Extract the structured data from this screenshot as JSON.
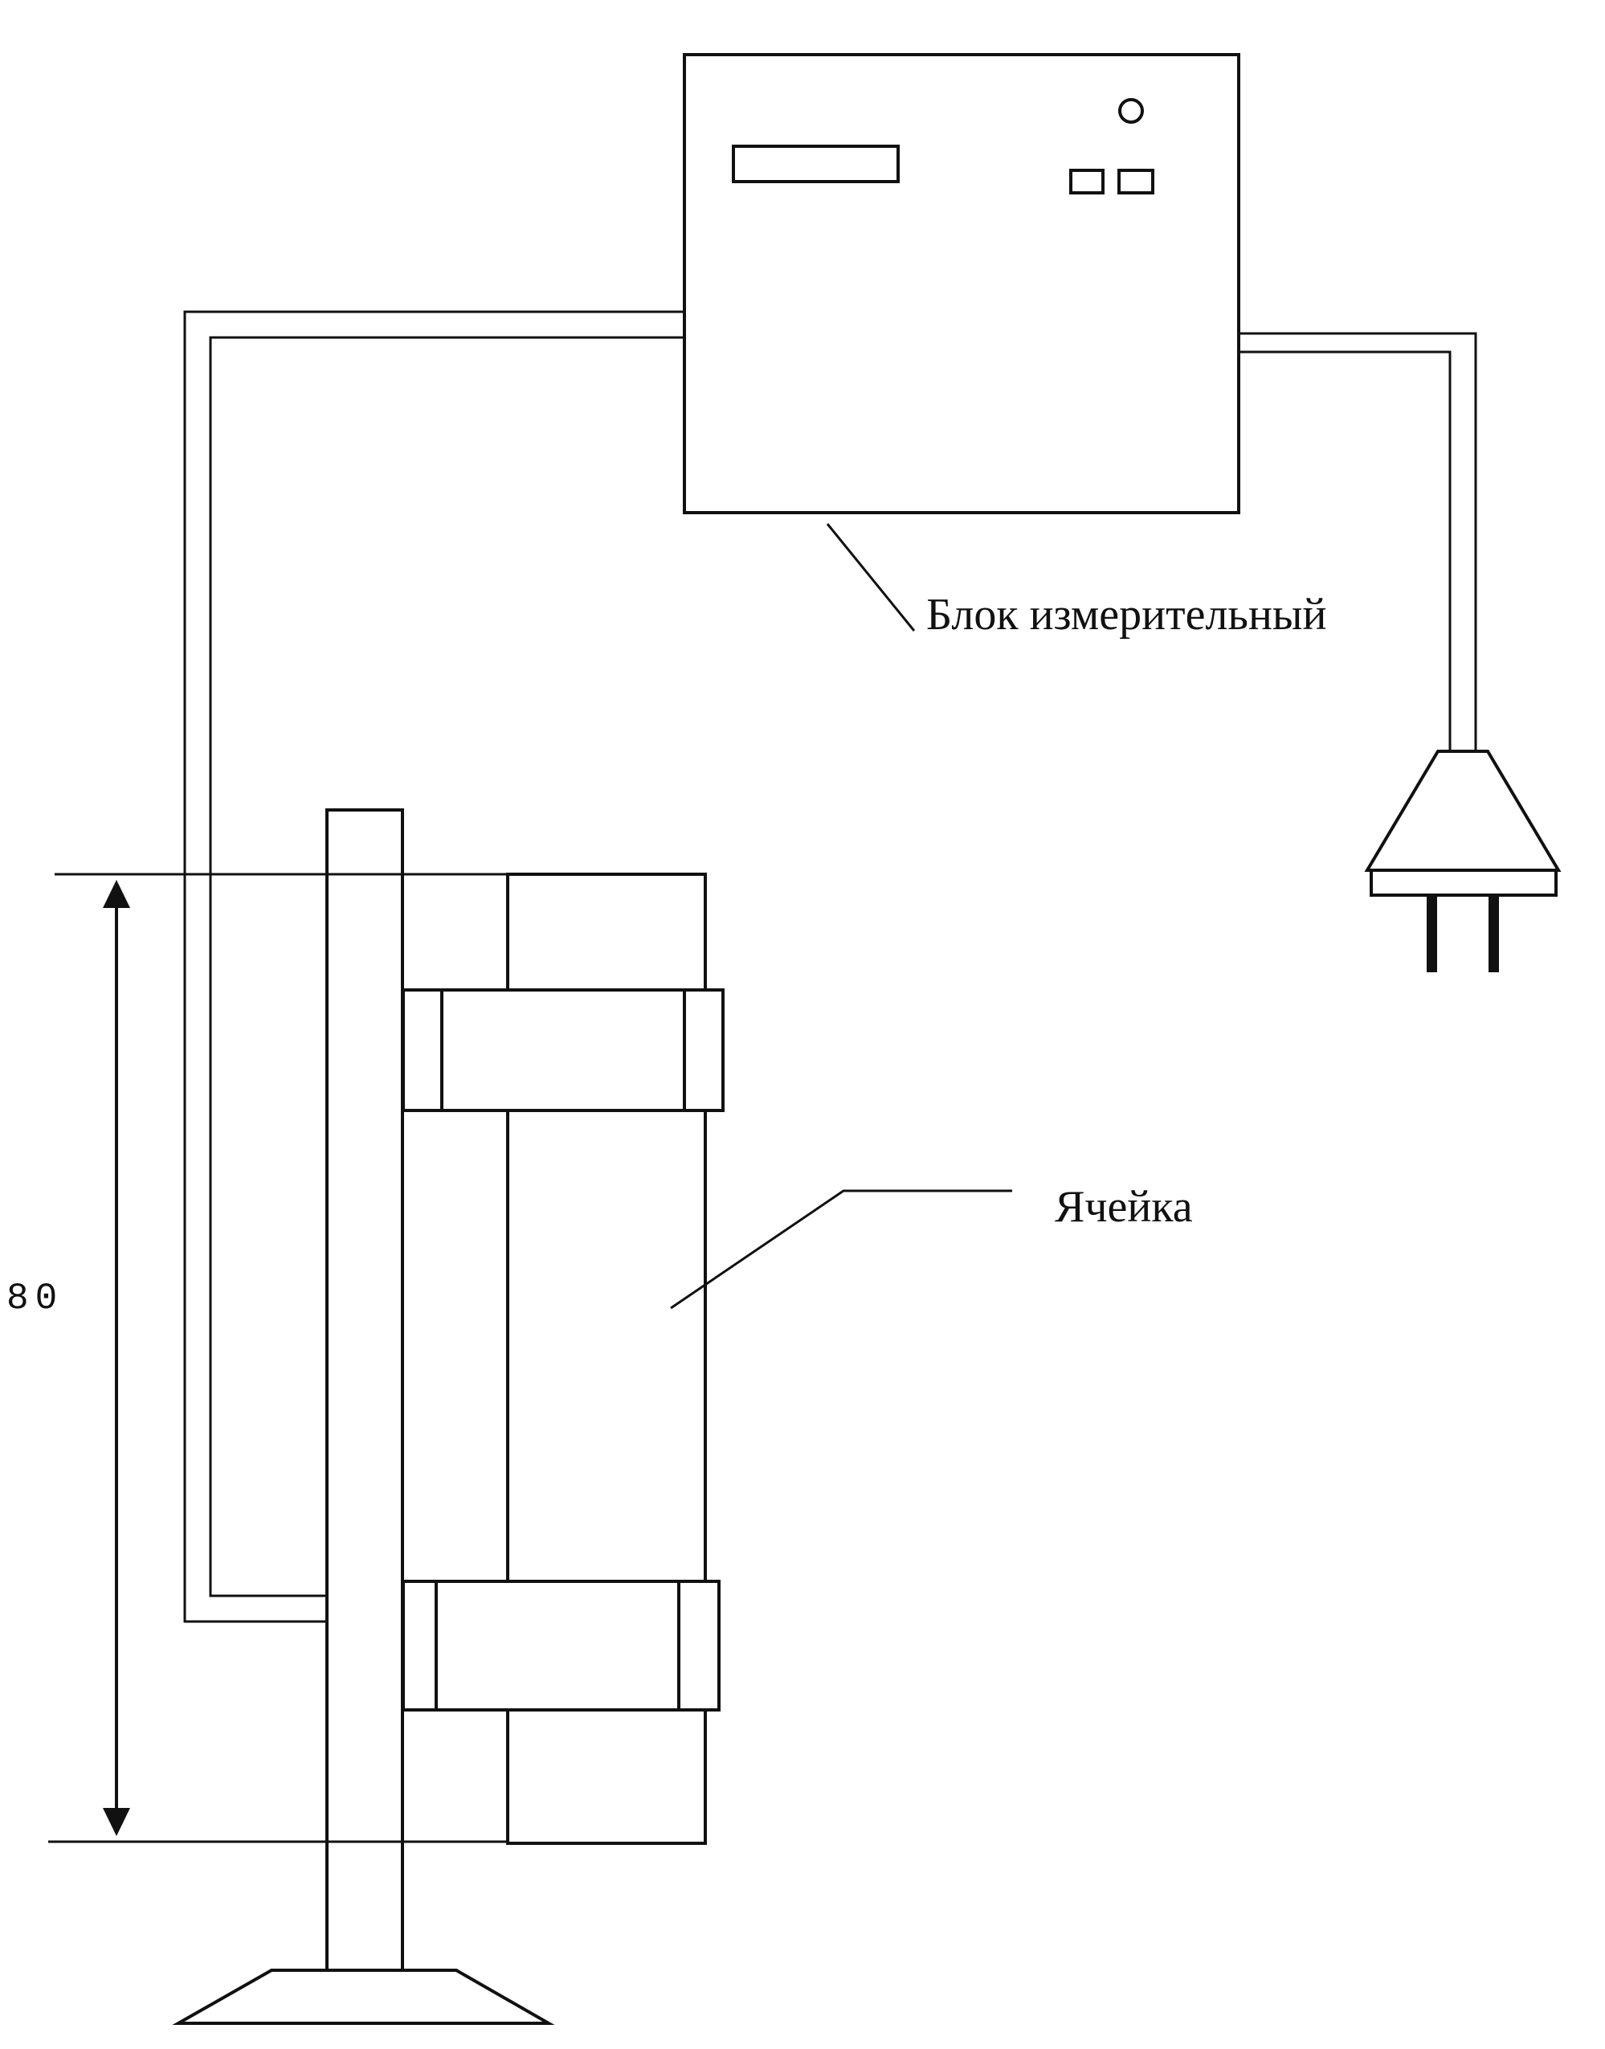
{
  "labels": {
    "measuring_unit": "Блок измерительный",
    "cell": "Ячейка",
    "dimension": "80"
  }
}
